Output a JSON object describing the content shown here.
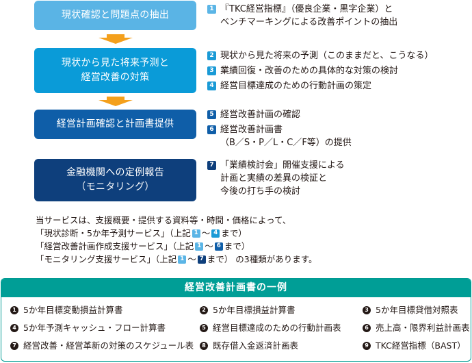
{
  "colors": {
    "step1": "#5ab4e5",
    "step2": "#0a9bd8",
    "step3": "#0f5ea8",
    "step4": "#0e3f7c",
    "arrow": "#f4a01c",
    "example_header": "#009e96",
    "text": "#231815"
  },
  "flow": {
    "steps": [
      {
        "lines": [
          "現状確認と問題点の抽出"
        ]
      },
      {
        "lines": [
          "現状から見た将来予測と",
          "経営改善の対策"
        ]
      },
      {
        "lines": [
          "経営計画確認と計画書提供"
        ]
      },
      {
        "lines": [
          "金融機関への定例報告",
          "（モニタリング）"
        ]
      }
    ],
    "arrow_icon": "down-arrow-icon"
  },
  "details": {
    "items": [
      {
        "num": "1",
        "lines": [
          "『TKC経営指標』（優良企業・黒字企業）と",
          "ベンチマーキングによる改善ポイントの抽出"
        ]
      },
      {
        "num": "2",
        "lines": [
          "現状から見た将来の予測（このままだと、こうなる）"
        ]
      },
      {
        "num": "3",
        "lines": [
          "業績回復・改善のための具体的な対策の検討"
        ]
      },
      {
        "num": "4",
        "lines": [
          "経営目標達成のための行動計画の策定"
        ]
      },
      {
        "num": "5",
        "lines": [
          "経営改善計画の確認"
        ]
      },
      {
        "num": "6",
        "lines": [
          "経営改善計画書",
          "（B／S・P／L・C／F等）の提供"
        ]
      },
      {
        "num": "7",
        "lines": [
          "「業績検討会」開催支援による",
          "計画と実績の差異の検証と",
          "今後の打ち手の検討"
        ]
      }
    ]
  },
  "note": {
    "intro": "当サービスは、支援概要・提供する資料等・時間・価格によって、",
    "services": [
      {
        "name": "「現状診断・5か年予測サービス」（上記",
        "from": "1",
        "tilde": "～",
        "to": "4",
        "suffix": "まで）"
      },
      {
        "name": "「経営改善計画作成支援サービス」（上記",
        "from": "1",
        "tilde": "～",
        "to": "6",
        "suffix": "まで）"
      },
      {
        "name": "「モニタリング支援サービス」（上記",
        "from": "1",
        "tilde": "～",
        "to": "7",
        "suffix": "まで） の3種類があります。"
      }
    ]
  },
  "examples": {
    "title": "経営改善計画書の一例",
    "items": [
      {
        "num": "1",
        "label": "5か年目標変動損益計算書"
      },
      {
        "num": "2",
        "label": "5か年目標損益計算書"
      },
      {
        "num": "3",
        "label": "5か年目標貸借対照表"
      },
      {
        "num": "4",
        "label": "5か年予測キャッシュ・フロー計算書"
      },
      {
        "num": "5",
        "label": "経営目標達成のための行動計画表"
      },
      {
        "num": "6",
        "label": "売上高・限界利益計画表"
      },
      {
        "num": "7",
        "label": "経営改善・経営革新の対策のスケジュール表"
      },
      {
        "num": "8",
        "label": "既存借入金返済計画表"
      },
      {
        "num": "9",
        "label": "TKC経営指標（BAST）"
      }
    ]
  }
}
